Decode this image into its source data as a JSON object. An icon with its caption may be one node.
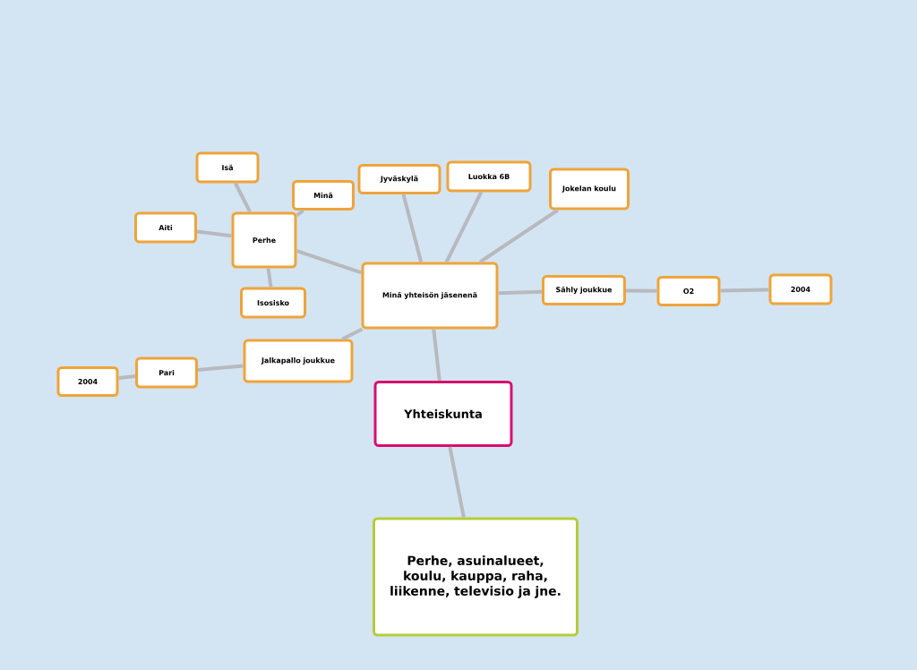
{
  "diagram": {
    "nodes": [
      {
        "text": [
          "Minä yhteisön jäsenenä"
        ]
      },
      {
        "text": [
          "Perhe"
        ]
      },
      {
        "text": [
          "Isä"
        ]
      },
      {
        "text": [
          "Aiti"
        ]
      },
      {
        "text": [
          "Minä"
        ]
      },
      {
        "text": [
          "Isosisko"
        ]
      },
      {
        "text": [
          "Jyväskylä"
        ]
      },
      {
        "text": [
          "Luokka 6B"
        ]
      },
      {
        "text": [
          "Jokelan koulu"
        ]
      },
      {
        "text": [
          "Sähly joukkue"
        ]
      },
      {
        "text": [
          "O2"
        ]
      },
      {
        "text": [
          "2004"
        ]
      },
      {
        "text": [
          "Jalkapallo joukkue"
        ]
      },
      {
        "text": [
          "Pari"
        ]
      },
      {
        "text": [
          "2004"
        ]
      },
      {
        "text": [
          "Yhteiskunta"
        ]
      },
      {
        "text": [
          "Perhe, asuinalueet, koulu, kauppa, raha, liikenne, televisio ja jne."
        ]
      }
    ],
    "edges": [
      {
        "from": 0,
        "to": 1,
        "arrow": "none"
      },
      {
        "from": 1,
        "to": 2,
        "arrow": "none"
      },
      {
        "from": 1,
        "to": 3,
        "arrow": "none"
      },
      {
        "from": 1,
        "to": 4,
        "arrow": "none"
      },
      {
        "from": 1,
        "to": 5,
        "arrow": "none"
      },
      {
        "from": 0,
        "to": 6,
        "arrow": "none"
      },
      {
        "from": 0,
        "to": 7,
        "arrow": "none"
      },
      {
        "from": 0,
        "to": 8,
        "arrow": "none"
      },
      {
        "from": 0,
        "to": 9,
        "arrow": "none"
      },
      {
        "from": 9,
        "to": 10,
        "arrow": "none"
      },
      {
        "from": 10,
        "to": 11,
        "arrow": "none"
      },
      {
        "from": 0,
        "to": 12,
        "arrow": "none"
      },
      {
        "from": 12,
        "to": 13,
        "arrow": "none"
      },
      {
        "from": 13,
        "to": 14,
        "arrow": "none"
      },
      {
        "from": 0,
        "to": 15,
        "arrow": "none"
      },
      {
        "from": 15,
        "to": 16,
        "arrow": "none"
      }
    ]
  }
}
